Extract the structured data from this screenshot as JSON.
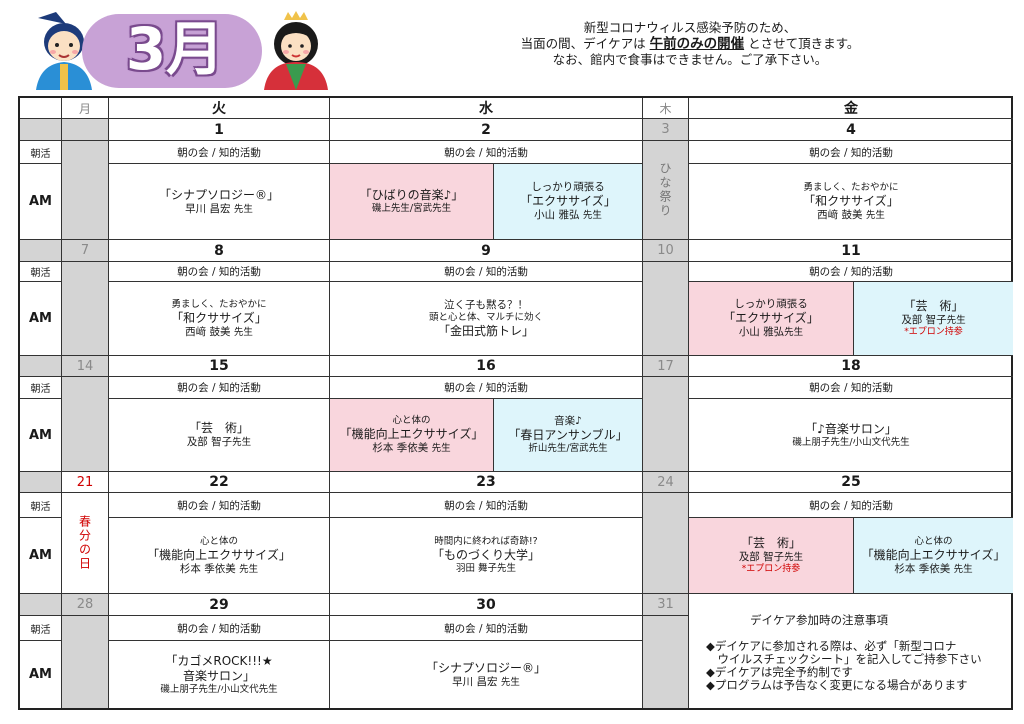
{
  "header": {
    "month": "3月",
    "notice": {
      "line1": "新型コロナウィルス感染予防のため、",
      "line2_pre": "当面の間、デイケアは ",
      "line2_em": "午前のみの開催",
      "line2_post": " とさせて頂きます。",
      "line3": "なお、館内で食事はできません。ご了承下さい。"
    }
  },
  "calendar": {
    "weekdays": [
      "月",
      "火",
      "水",
      "木",
      "金"
    ],
    "row_labels": {
      "morning": "朝活",
      "am": "AM"
    },
    "session": "朝の会 / 知的活動",
    "weeks": [
      {
        "dates": [
          "",
          "1",
          "2",
          "3",
          "4"
        ]
      },
      {
        "dates": [
          "7",
          "8",
          "9",
          "10",
          "11"
        ]
      },
      {
        "dates": [
          "14",
          "15",
          "16",
          "17",
          "18"
        ]
      },
      {
        "dates": [
          "21",
          "22",
          "23",
          "24",
          "25"
        ]
      },
      {
        "dates": [
          "28",
          "29",
          "30",
          "31",
          ""
        ]
      }
    ],
    "holidays": {
      "hina": "ひな祭り",
      "shunbun": "春分の日"
    },
    "events": {
      "w1_tue": {
        "title": "「シナプソロジー®」",
        "teacher": "早川 昌宏",
        "suffix": "先生"
      },
      "w1_wed_a": {
        "title": "「ひばりの音楽♪」",
        "teacher": "磯上先生/宮武先生"
      },
      "w1_wed_b": {
        "sub": "しっかり頑張る",
        "title": "「エクササイズ」",
        "teacher": "小山 雅弘",
        "suffix": "先生"
      },
      "w1_fri": {
        "sub": "勇ましく、たおやかに",
        "title": "「和クササイズ」",
        "teacher": "西﨑 鼓美",
        "suffix": "先生"
      },
      "w2_tue": {
        "sub": "勇ましく、たおやかに",
        "title": "「和クササイズ」",
        "teacher": "西﨑 鼓美",
        "suffix": "先生"
      },
      "w2_wed": {
        "sub": "泣く子も黙る？！",
        "sub2": "頭と心と体、マルチに効く",
        "title": "「金田式筋トレ」"
      },
      "w2_fri_a": {
        "sub": "しっかり頑張る",
        "title": "「エクササイズ」",
        "teacher": "小山 雅弘",
        "suffix": "先生"
      },
      "w2_fri_b": {
        "title": "「芸　術」",
        "teacher": "及部 智子",
        "suffix": "先生",
        "note": "*エプロン持参"
      },
      "w3_tue": {
        "title": "「芸　術」",
        "teacher": "及部 智子",
        "suffix": "先生"
      },
      "w3_wed_a": {
        "sub": "心と体の",
        "title": "「機能向上エクササイズ」",
        "teacher": "杉本 季依美",
        "suffix": "先生"
      },
      "w3_wed_b": {
        "sub": "音楽♪",
        "title": "「春日アンサンブル」",
        "teacher": "折山先生/宮武先生"
      },
      "w3_fri": {
        "title": "「♪音楽サロン」",
        "teacher": "磯上朋子先生/小山文代先生"
      },
      "w4_tue": {
        "sub": "心と体の",
        "title": "「機能向上エクササイズ」",
        "teacher": "杉本 季依美",
        "suffix": "先生"
      },
      "w4_wed": {
        "sub": "時間内に終われば奇跡!?",
        "title": "「ものづくり大学」",
        "teacher": "羽田 舞子先生"
      },
      "w4_fri_a": {
        "title": "「芸　術」",
        "teacher": "及部 智子",
        "suffix": "先生",
        "note": "*エプロン持参"
      },
      "w4_fri_b": {
        "sub": "心と体の",
        "title": "「機能向上エクササイズ」",
        "teacher": "杉本 季依美",
        "suffix": "先生"
      },
      "w5_tue": {
        "title": "「カゴメROCK!!!★",
        "title2": "音楽サロン」",
        "teacher": "磯上朋子先生/小山文代先生"
      },
      "w5_wed": {
        "title": "「シナプソロジー®」",
        "teacher": "早川 昌宏",
        "suffix": "先生"
      }
    }
  },
  "notes": {
    "title": "デイケア参加時の注意事項",
    "items": [
      "◆デイケアに参加される際は、必ず「新型コロナ",
      "　ウイルスチェックシート」を記入してご持参下さい",
      "◆デイケアは完全予約制です",
      "◆プログラムは予告なく変更になる場合があります"
    ]
  },
  "colors": {
    "pink": "#f9d6dd",
    "blue": "#def5fb",
    "gray": "#d4d4d4",
    "holiday_red": "#d00000",
    "badge": "#c8a2d6"
  }
}
